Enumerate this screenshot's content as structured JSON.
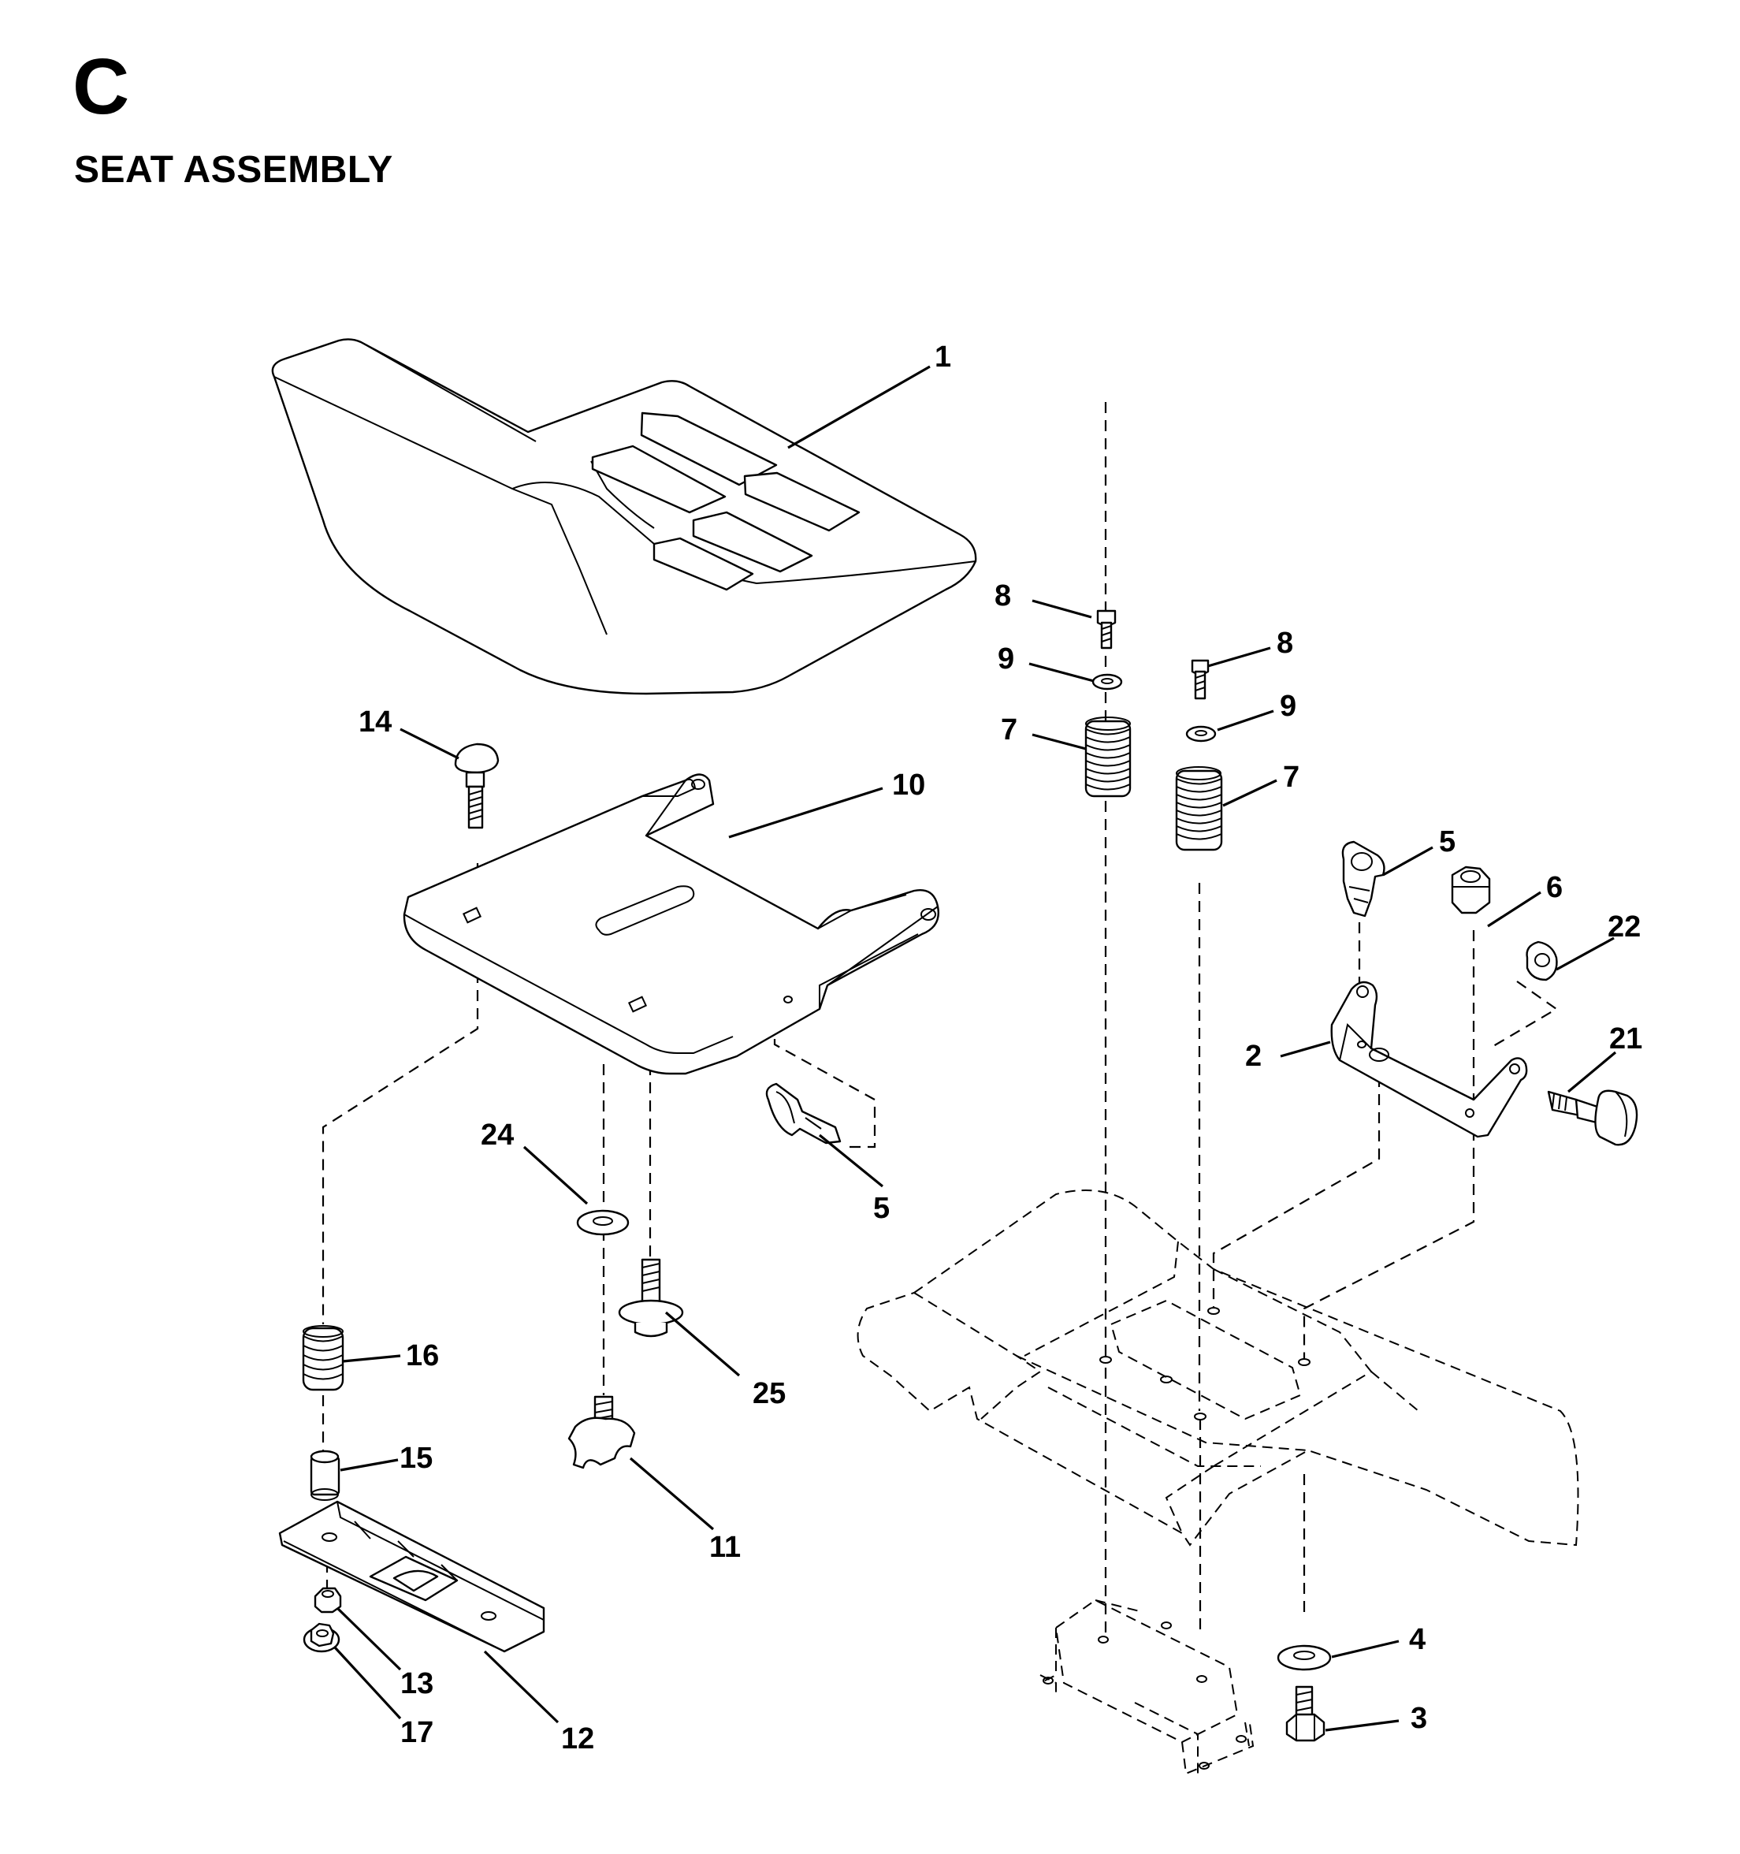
{
  "page": {
    "section_letter": "C",
    "section_title": "SEAT ASSEMBLY"
  },
  "callouts": {
    "c1": "1",
    "c2": "2",
    "c3": "3",
    "c4": "4",
    "c5a": "5",
    "c5b": "5",
    "c6": "6",
    "c7a": "7",
    "c7b": "7",
    "c8a": "8",
    "c8b": "8",
    "c9a": "9",
    "c9b": "9",
    "c10": "10",
    "c11": "11",
    "c12": "12",
    "c13": "13",
    "c14": "14",
    "c15": "15",
    "c16": "16",
    "c17": "17",
    "c21": "21",
    "c22": "22",
    "c24": "24",
    "c25": "25"
  }
}
